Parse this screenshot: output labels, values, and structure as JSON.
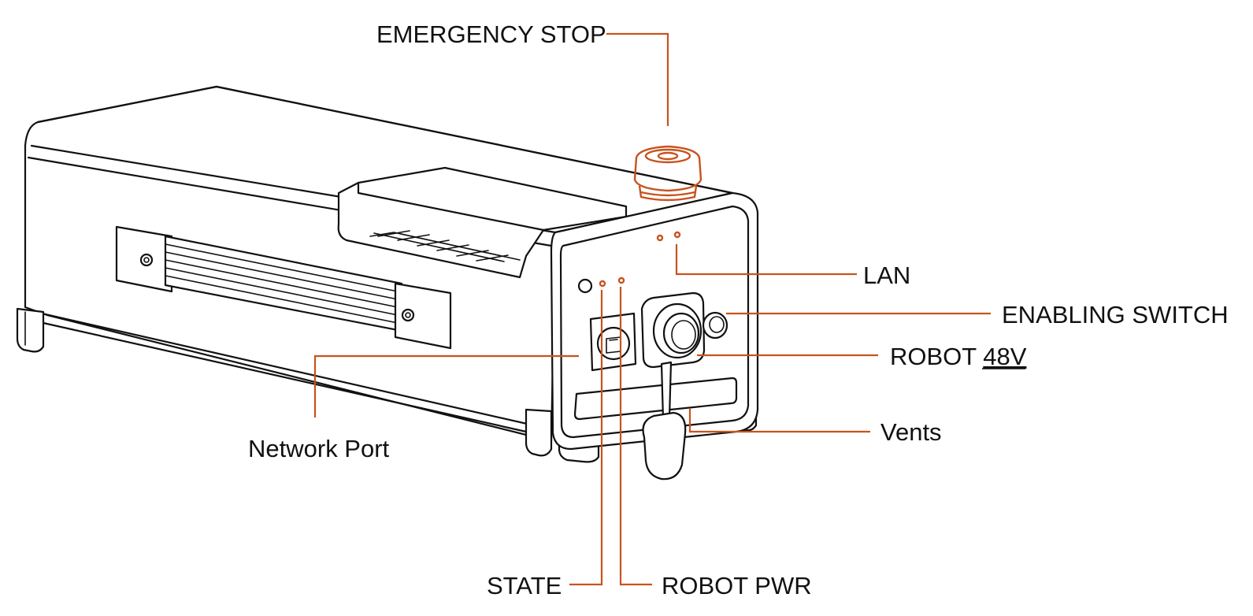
{
  "colors": {
    "leader": "#c8531e",
    "outline": "#111111",
    "background": "#ffffff"
  },
  "labels": {
    "emergency_stop": "EMERGENCY STOP",
    "lan": "LAN",
    "enabling_switch": "ENABLING SWITCH",
    "robot_48v_prefix": "ROBOT ",
    "robot_48v_suffix": "48V",
    "vents": "Vents",
    "network_port": "Network Port",
    "state": "STATE",
    "robot_pwr": "ROBOT PWR"
  }
}
